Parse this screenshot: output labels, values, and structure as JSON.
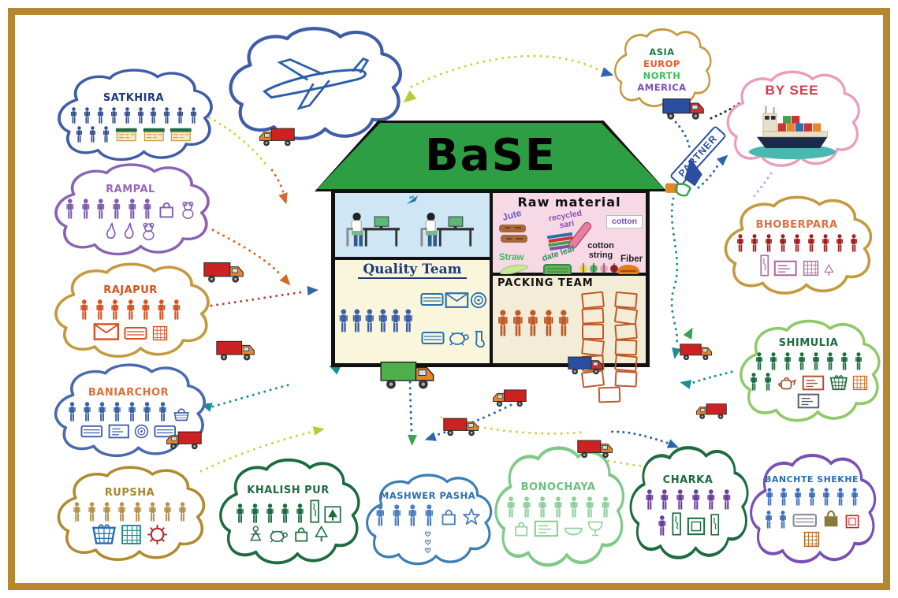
{
  "page": {
    "frame_color": "#b5872e",
    "background": "#ffffff"
  },
  "house": {
    "title": "BaSE",
    "roof_color": "#2e9e44",
    "raw": {
      "title": "Raw material",
      "items": [
        {
          "label": "Jute",
          "label_color": "#6a5fc0"
        },
        {
          "label": "recycled sari",
          "label_color": "#8a4fb0"
        },
        {
          "label": "cotton",
          "label_color": "#7a4fb5"
        },
        {
          "label": "Straw",
          "label_color": "#3dbb5a"
        },
        {
          "label": "date leaf",
          "label_color": "#2e8b57"
        },
        {
          "label": "cotton string",
          "label_color": "#222222"
        },
        {
          "label": "Fiber",
          "label_color": "#222222"
        }
      ]
    },
    "quality": {
      "title": "Quality Team",
      "people": 6,
      "people_color": "#3c5fa8",
      "person_h": 30,
      "items": [
        {
          "type": "mat",
          "color": "#2a6fb0",
          "h": 20
        },
        {
          "type": "envelope",
          "color": "#2a6fb0",
          "h": 22
        },
        {
          "type": "spiral",
          "color": "#2a6fb0",
          "h": 22
        },
        {
          "type": "mat",
          "color": "#2a6fb0",
          "h": 20
        },
        {
          "type": "turtle",
          "color": "#2a6fb0",
          "h": 20
        },
        {
          "type": "sock",
          "color": "#2a6fb0",
          "h": 24
        }
      ]
    },
    "packing": {
      "title": "PACKING TEAM",
      "people": 5,
      "people_color": "#c05a2a",
      "person_h": 34,
      "boxes": 13,
      "box_color": "#c05a2a"
    }
  },
  "partner": {
    "label": "PARTNER",
    "color": "#2a4fa0"
  },
  "regions": {
    "outline": "#c49a3f",
    "items": [
      {
        "label": "ASIA",
        "color": "#1b7a3d"
      },
      {
        "label": "EUROP",
        "color": "#e05a2b"
      },
      {
        "label": "NORTH",
        "color": "#3dbb5a"
      },
      {
        "label": "AMERICA",
        "color": "#7a4fb5"
      }
    ]
  },
  "clouds": {
    "plane": {
      "outline": "#3f5ca8"
    },
    "by_see": {
      "label": "BY SEE",
      "label_color": "#d93a4a",
      "outline": "#e8a0b8"
    },
    "satkhira": {
      "label": "SATKHIRA",
      "label_color": "#1f3a7a",
      "outline": "#3f5ca8",
      "people": 13,
      "people_color": "#33508f",
      "person_h": 21,
      "item_h": 19,
      "items": [
        {
          "type": "board",
          "color": "#1d6b40"
        },
        {
          "type": "board",
          "color": "#1d6b40"
        },
        {
          "type": "board",
          "color": "#1d6b40"
        }
      ]
    },
    "rampal": {
      "label": "RAMPAL",
      "label_color": "#9966bb",
      "outline": "#8a63b5",
      "people": 6,
      "people_color": "#7d5bad",
      "person_h": 26,
      "item_h": 24,
      "items": [
        {
          "type": "bag",
          "color": "#7d5bad"
        },
        {
          "type": "teddy",
          "color": "#7d5bad"
        },
        {
          "type": "gourd",
          "color": "#7d5bad"
        },
        {
          "type": "gourd",
          "color": "#7d5bad"
        },
        {
          "type": "teddy",
          "color": "#7d5bad"
        }
      ]
    },
    "rajapur": {
      "label": "RAJAPUR",
      "label_color": "#d94f1e",
      "outline": "#c49a3f",
      "people": 7,
      "people_color": "#d94f1e",
      "person_h": 26,
      "item_h": 20,
      "items": [
        {
          "type": "envelope",
          "color": "#d94f1e",
          "h": 24
        },
        {
          "type": "mat",
          "color": "#d94f1e"
        },
        {
          "type": "weave",
          "color": "#d94f1e"
        }
      ]
    },
    "baniarchor": {
      "label": "BANIARCHOR",
      "label_color": "#e0703a",
      "outline": "#4a6ab0",
      "people": 7,
      "people_color": "#3c5fa8",
      "person_h": 25,
      "item_h": 19,
      "items": [
        {
          "type": "purse",
          "color": "#3c5fa8"
        },
        {
          "type": "mat",
          "color": "#3c5fa8"
        },
        {
          "type": "card",
          "color": "#3c5fa8"
        },
        {
          "type": "spiral",
          "color": "#3c5fa8"
        },
        {
          "type": "mat",
          "color": "#3c5fa8"
        }
      ]
    },
    "rupsha": {
      "label": "RUPSHA",
      "label_color": "#a8862a",
      "outline": "#b08a2e",
      "people": 8,
      "people_color": "#b5924c",
      "person_h": 25,
      "item_h": 27,
      "items": [
        {
          "type": "basket",
          "color": "#2a6fb0"
        },
        {
          "type": "weave",
          "color": "#1f8a8a"
        },
        {
          "type": "spiky",
          "color": "#b02a2a"
        }
      ]
    },
    "khalish_pur": {
      "label": "KHALISH PUR",
      "label_color": "#1d6b40",
      "outline": "#1d6b40",
      "people": 5,
      "people_color": "#1d6b40",
      "person_h": 25,
      "item_h": 22,
      "items": [
        {
          "type": "panel",
          "color": "#1d6b40",
          "h": 30
        },
        {
          "type": "treeframe",
          "color": "#1d6b40"
        },
        {
          "type": "doll",
          "color": "#1d6b40"
        },
        {
          "type": "turtle",
          "color": "#1d6b40",
          "h": 18
        },
        {
          "type": "bag",
          "color": "#1d6b40"
        },
        {
          "type": "tree",
          "color": "#1d6b40"
        }
      ]
    },
    "mashwer_pasha": {
      "label": "MASHWER PASHA",
      "label_color": "#2a6fb0",
      "outline": "#3b7fb5",
      "people": 4,
      "people_color": "#4a7fc0",
      "person_h": 28,
      "item_h": 24,
      "items": [
        {
          "type": "bag",
          "color": "#4a7fc0"
        },
        {
          "type": "star",
          "color": "#4a7fc0"
        },
        {
          "type": "hearts",
          "color": "#4a7fc0",
          "h": 32
        }
      ]
    },
    "bonochaya": {
      "label": "BONOCHAYA",
      "label_color": "#6abf7a",
      "outline": "#7fc98a",
      "people": 7,
      "people_color": "#8fd19a",
      "person_h": 27,
      "item_h": 22,
      "items": [
        {
          "type": "bag",
          "color": "#8fd19a"
        },
        {
          "type": "card",
          "color": "#8fd19a"
        },
        {
          "type": "bowl",
          "color": "#8fd19a",
          "h": 14
        },
        {
          "type": "goblet",
          "color": "#8fd19a"
        }
      ]
    },
    "charka": {
      "label": "CHARKA",
      "label_color": "#1d6b40",
      "outline": "#1d6b40",
      "people": 7,
      "people_color": "#6a3fa0",
      "person_h": 26,
      "item_h": 24,
      "items": [
        {
          "type": "panel",
          "color": "#1d6b40",
          "h": 30
        },
        {
          "type": "frame",
          "color": "#1d6b40"
        },
        {
          "type": "panel",
          "color": "#1d6b40",
          "h": 28
        }
      ]
    },
    "banchte_shekhe": {
      "label": "BANCHTE SHEKHE",
      "label_color": "#2a6fb0",
      "outline": "#7a4fb5",
      "people": 9,
      "people_color": "#3c6fc0",
      "person_h": 23,
      "item_h": 21,
      "items": [
        {
          "type": "mat",
          "color": "#8a8a96"
        },
        {
          "type": "bagfill",
          "color": "#8a7a3a",
          "h": 26
        },
        {
          "type": "frame",
          "color": "#cc2222",
          "h": 18
        },
        {
          "type": "weave",
          "color": "#b5651d"
        }
      ]
    },
    "shimulia": {
      "label": "SHIMULIA",
      "label_color": "#1d6b40",
      "outline": "#8fc96a",
      "people": 10,
      "people_color": "#1d6b40",
      "person_h": 23,
      "item_h": 20,
      "items": [
        {
          "type": "teapot",
          "color": "#a0522d"
        },
        {
          "type": "card",
          "color": "#b05030"
        },
        {
          "type": "basket",
          "color": "#1d6b40"
        },
        {
          "type": "weave",
          "color": "#d2691e"
        },
        {
          "type": "card",
          "color": "#55606a"
        }
      ]
    },
    "bhoberpara": {
      "label": "BHOBERPARA",
      "label_color": "#e0703a",
      "outline": "#c49a3f",
      "people": 9,
      "people_color": "#a02020",
      "person_h": 23,
      "item_h": 21,
      "items": [
        {
          "type": "panel",
          "color": "#b06aa0",
          "h": 28
        },
        {
          "type": "card",
          "color": "#b06aa0"
        },
        {
          "type": "weave",
          "color": "#b06aa0"
        },
        {
          "type": "tree",
          "color": "#b06aa0",
          "h": 16
        }
      ]
    }
  },
  "truck_colors": {
    "red": {
      "box": "#cc2222",
      "cab": "#e8842a"
    },
    "blue": {
      "box": "#2a4fa0",
      "cab": "#cc3333"
    },
    "green": {
      "box": "#4db04a",
      "cab": "#e8842a"
    }
  }
}
